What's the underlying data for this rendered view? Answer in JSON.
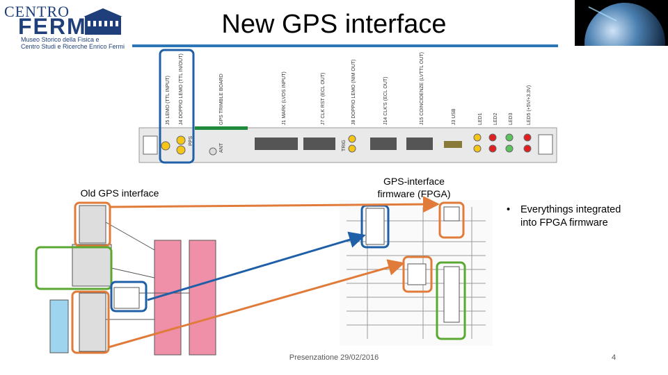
{
  "slide": {
    "title": "New GPS interface",
    "logo": {
      "centro": "CENTRO",
      "fermi": "FERMI",
      "subtitle_line1": "Museo Storico della Fisica e",
      "subtitle_line2": "Centro Studi e Ricerche Enrico Fermi"
    },
    "label_old": "Old GPS interface",
    "label_fpga_line1": "GPS-interface",
    "label_fpga_line2": "firmware (FPGA)",
    "bullet_marker": "•",
    "bullet_line1": "Everythings integrated",
    "bullet_line2": "into FPGA firmware",
    "footer_text": "Presenzatione 29/02/2016",
    "page_number": "4"
  },
  "board": {
    "connector_labels": [
      "J5 LEMO (TTL INPUT)",
      "J4 DOPPIO LEMO (TTL IN/OUT)",
      "PPS",
      "GPS TRIMBLE BOARD",
      "ANT",
      "J1 MARK (LVDS INPUT)",
      "J7 CLK RST (ECL OUT)",
      "TRIG",
      "J8 DOPPIO LEMO (NIM OUT)",
      "J14 CLK'S (ECL OUT)",
      "J15 COINCIDENZE (LVTTL OUT)",
      "J3 USB",
      "LED1",
      "LED2",
      "LED3",
      "LED5 (+5V/+3.3V)"
    ]
  },
  "colors": {
    "accent_rule": "#2e75b6",
    "box_blue": "#1f5fa8",
    "box_orange": "#e07b39",
    "box_green": "#5aa832",
    "arrow_orange": "#e07b39",
    "arrow_blue": "#1f5fa8",
    "pink_block": "#ef8fa8",
    "led_yellow": "#f5c518",
    "led_red": "#e02020",
    "led_green": "#5cc35c"
  }
}
